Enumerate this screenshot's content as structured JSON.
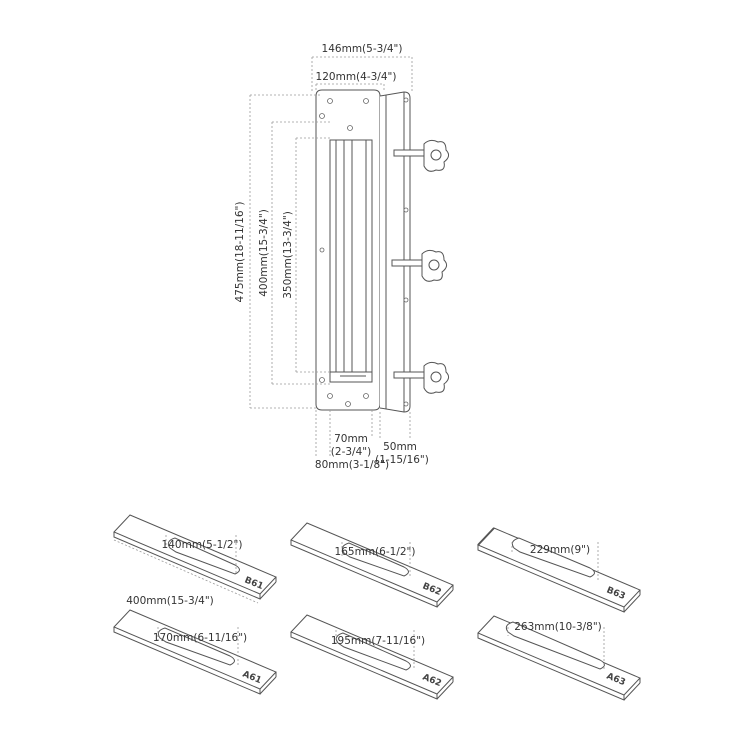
{
  "diagram": {
    "stroke_color": "#555555",
    "dim_line_color": "#9a9a9a",
    "fill_color": "#ffffff",
    "main_dimensions": {
      "overall_width": "146mm(5-3/4\")",
      "inner_width": "120mm(4-3/4\")",
      "overall_height": "475mm(18-11/16\")",
      "height_400": "400mm(15-3/4\")",
      "height_350": "350mm(13-3/4\")",
      "slot_70_mm": "70mm",
      "slot_70_in": "(2-3/4\")",
      "width_80": "80mm(3-1/8\")",
      "depth_50_mm": "50mm",
      "depth_50_in": "(1-15/16\")"
    },
    "templates": [
      {
        "code": "B61",
        "slot_length": "140mm(5-1/2\")",
        "plate_length": "400mm(15-3/4\")"
      },
      {
        "code": "B62",
        "slot_length": "165mm(6-1/2\")"
      },
      {
        "code": "B63",
        "slot_length": "229mm(9\")"
      },
      {
        "code": "A61",
        "slot_length": "170mm(6-11/16\")"
      },
      {
        "code": "A62",
        "slot_length": "195mm(7-11/16\")"
      },
      {
        "code": "A63",
        "slot_length": "263mm(10-3/8\")"
      }
    ]
  }
}
